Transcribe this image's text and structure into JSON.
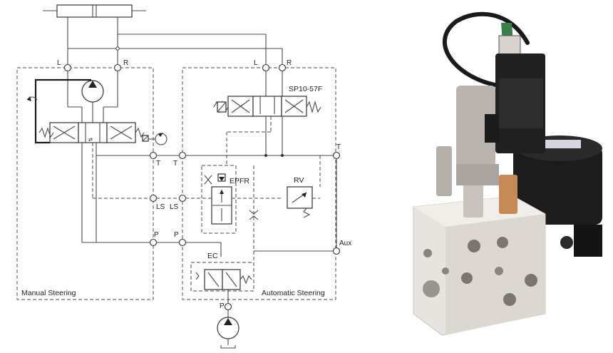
{
  "diagram": {
    "ports": {
      "manual_L": "L",
      "manual_R": "R",
      "auto_L": "L",
      "auto_R": "R",
      "manual_T": "T",
      "auto_T_left": "T",
      "auto_T_right": "T",
      "manual_LS": "LS",
      "auto_LS": "LS",
      "manual_P": "P",
      "auto_P": "P",
      "aux": "Aux",
      "pump_P": "P"
    },
    "components": {
      "directional_valve": "SP10-57F",
      "flow_regulator": "EPFR",
      "relief_valve": "RV",
      "compensator": "EC"
    },
    "sections": {
      "manual": "Manual Steering",
      "automatic": "Automatic Steering"
    }
  },
  "photo": {
    "subject": "hydraulic-steering-valve-block",
    "colors": {
      "block": "#e7e3df",
      "pump": "#1c1c1c",
      "solenoid": "#202020",
      "cartridge": "#b9b4ad",
      "brass": "#c58a55"
    }
  }
}
